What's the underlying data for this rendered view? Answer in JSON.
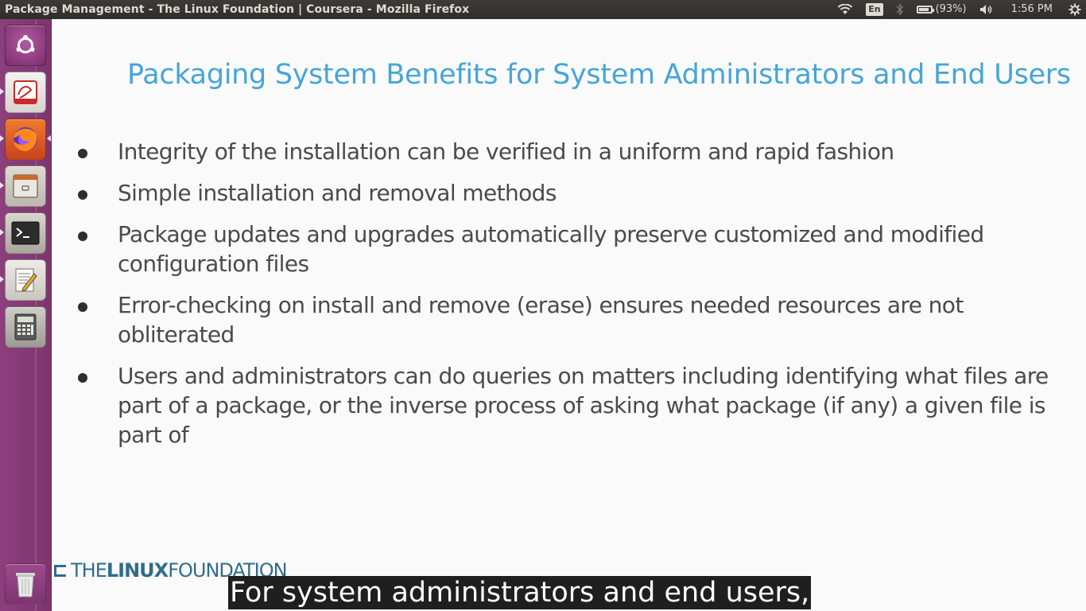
{
  "window": {
    "title": "Package Management - The Linux Foundation | Coursera - Mozilla Firefox"
  },
  "indicators": {
    "keyboard_layout": "En",
    "battery_text": "(93%)",
    "battery_level": 0.93,
    "time": "1:56 PM",
    "icons": [
      "wifi-icon",
      "keyboard-layout-indicator",
      "bluetooth-icon",
      "battery-icon",
      "volume-icon",
      "settings-gear-icon"
    ]
  },
  "launcher": {
    "items": [
      {
        "name": "ubuntu-dash-icon",
        "bg": "#8a3c7a"
      },
      {
        "name": "document-viewer-icon",
        "bg": "#e9e4e2"
      },
      {
        "name": "firefox-icon",
        "bg": "#e5622a"
      },
      {
        "name": "file-manager-icon",
        "bg": "#d6d2c8"
      },
      {
        "name": "terminal-icon",
        "bg": "#3a3a3a"
      },
      {
        "name": "text-editor-icon",
        "bg": "#e2e0da"
      },
      {
        "name": "calculator-icon",
        "bg": "#b5b3ad"
      }
    ],
    "trash": {
      "name": "trash-icon"
    }
  },
  "slide": {
    "title": "Packaging System Benefits for System Administrators and End Users",
    "bullets": [
      "Integrity of the installation can be verified in a uniform and rapid fashion",
      "Simple installation and removal methods",
      "Package updates and upgrades automatically preserve customized and modified configuration files",
      "Error-checking on install and remove (erase) ensures needed resources are not obliterated",
      "Users and administrators can do queries on matters including identifying what files are part of a package, or the inverse process of asking what package (if any) a given file is part of"
    ],
    "logo": {
      "part1": "THE",
      "part2": "LINUX",
      "part3": "FOUNDATION"
    },
    "caption": "For system administrators and end users,"
  },
  "colors": {
    "accent_title": "#46a5d8",
    "launcher_bg": "#8c3f7c",
    "logo": "#2f6d8c"
  }
}
